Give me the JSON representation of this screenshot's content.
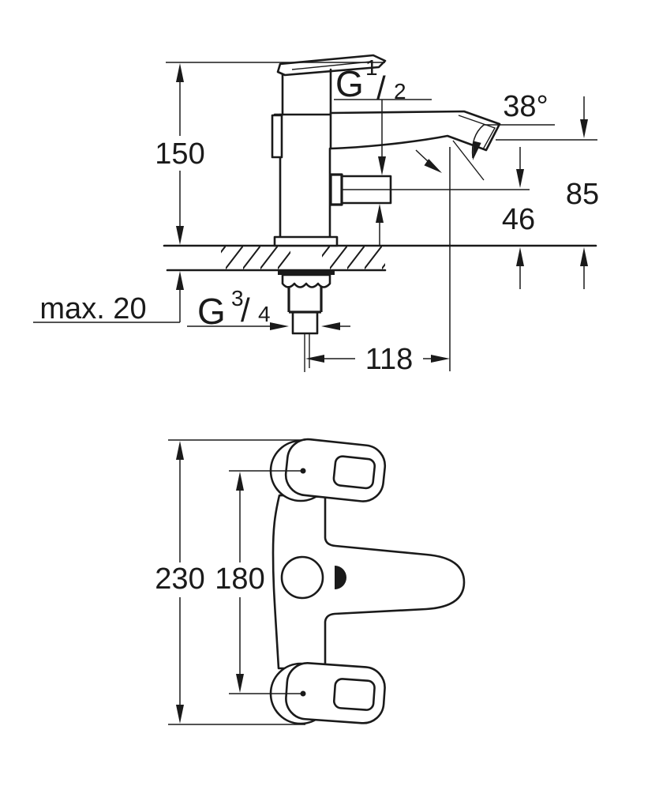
{
  "drawing": {
    "background": "#ffffff",
    "line_color": "#1a1a1a",
    "side_view": {
      "labels": {
        "total_height": "150",
        "spout_outlet_height": "85",
        "outlet_center_height": "46",
        "deck_thickness": "max. 20",
        "spout_reach": "118",
        "spout_angle": "38°",
        "shower_thread": {
          "base": "G",
          "num": "1",
          "slash": "/",
          "den": "2"
        },
        "shank_thread": {
          "base": "G",
          "num": "3",
          "slash": "/",
          "den": "4"
        }
      }
    },
    "plan_view": {
      "labels": {
        "overall_length": "230",
        "handle_center_distance": "180"
      }
    }
  }
}
